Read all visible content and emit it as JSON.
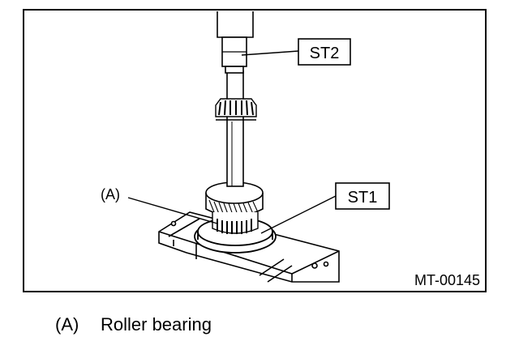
{
  "figure": {
    "labels": {
      "st2": "ST2",
      "st1": "ST1",
      "a": "(A)"
    },
    "code": "MT-00145"
  },
  "legend": {
    "key": "(A)",
    "text": "Roller bearing"
  }
}
